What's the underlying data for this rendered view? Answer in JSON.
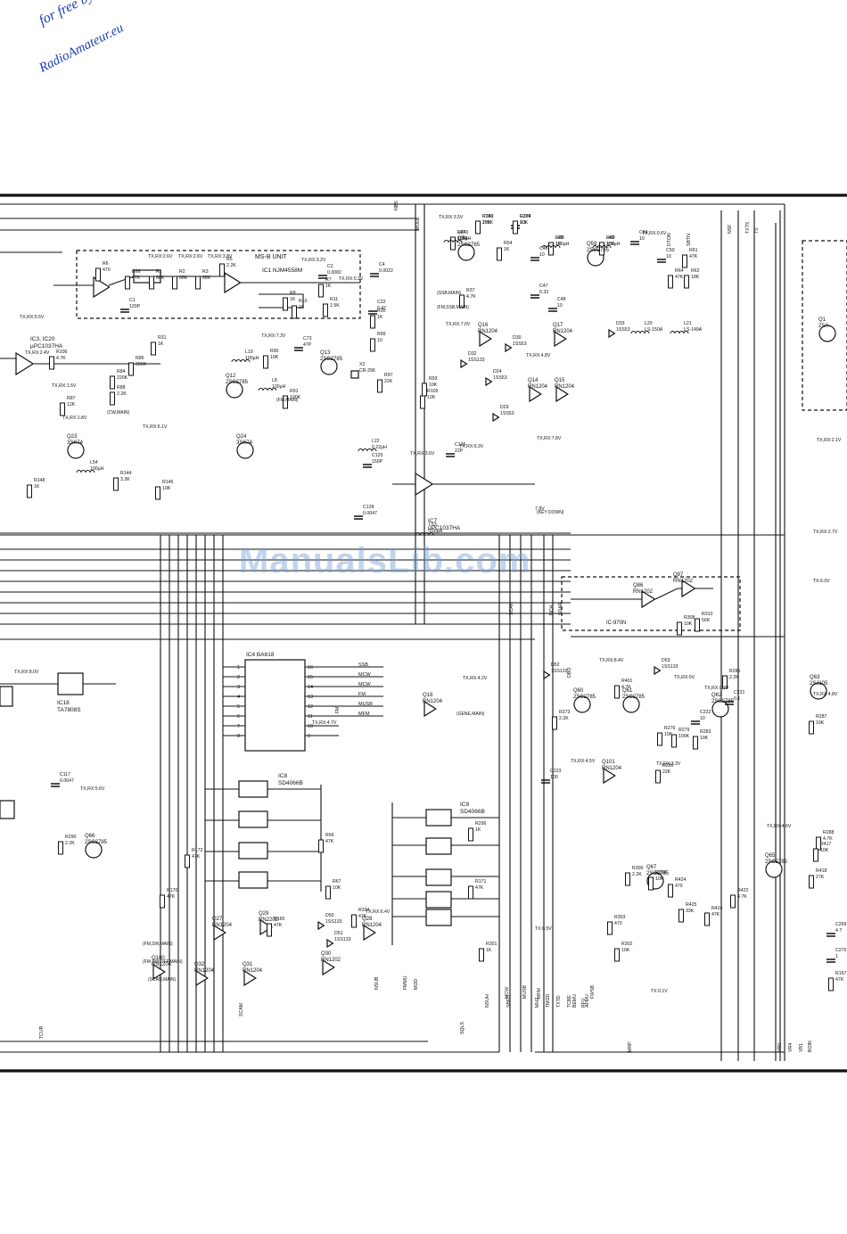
{
  "watermark": {
    "line1": "for free by",
    "line2": "RadioAmateur.eu"
  },
  "site_watermark": "ManualsLib.com",
  "blocks": {
    "ms_unit": "MS-B UNIT",
    "ic1": "IC1 NJM4558M",
    "ic3": "IC3, IC20",
    "ic3_part": "µPC1037HA",
    "ic4": "IC4 BA618",
    "ic7": "IC7",
    "ic7_part": "µPC1037HA",
    "ic8": "IC8",
    "ic8_part": "SD4066B",
    "ic9": "IC9",
    "ic9_part": "SD4066B",
    "ic18": "IC18",
    "ic18_part": "TA7808S",
    "ic_ex": "IC-970N"
  },
  "transistors": [
    {
      "ref": "Q74",
      "part": "2SC2785"
    },
    {
      "ref": "Q59",
      "part": "2SC2785"
    },
    {
      "ref": "Q16",
      "part": "RN1204"
    },
    {
      "ref": "Q17",
      "part": "RN1204"
    },
    {
      "ref": "Q12",
      "part": "2SC2785"
    },
    {
      "ref": "Q13",
      "part": "2SC2785"
    },
    {
      "ref": "Q14",
      "part": "RN1204"
    },
    {
      "ref": "Q15",
      "part": "RN1204"
    },
    {
      "ref": "Q23",
      "part": "3SK74"
    },
    {
      "ref": "Q24",
      "part": "3SK74"
    },
    {
      "ref": "Q18",
      "part": "RN1204"
    },
    {
      "ref": "Q60",
      "part": "2SC2785"
    },
    {
      "ref": "Q61",
      "part": "2SC2785"
    },
    {
      "ref": "Q62",
      "part": "2SC2785"
    },
    {
      "ref": "Q63",
      "part": "2SJ105"
    },
    {
      "ref": "Q66",
      "part": "2SC2785"
    },
    {
      "ref": "Q86",
      "part": "RN1202"
    },
    {
      "ref": "Q87",
      "part": "RN1202"
    },
    {
      "ref": "Q101",
      "part": "RN1204"
    },
    {
      "ref": "Q27",
      "part": "RN1204"
    },
    {
      "ref": "Q28",
      "part": "RN1204"
    },
    {
      "ref": "Q29",
      "part": "RN2202"
    },
    {
      "ref": "Q30",
      "part": "RN1202"
    },
    {
      "ref": "Q31",
      "part": "RN1204"
    },
    {
      "ref": "Q32",
      "part": "RN1204"
    },
    {
      "ref": "Q100",
      "part": "RN1204"
    },
    {
      "ref": "Q67",
      "part": "2SC2785"
    },
    {
      "ref": "Q65",
      "part": "2SC2785"
    },
    {
      "ref": "Q1",
      "part": "2SA"
    }
  ],
  "components": [
    "R341 270K",
    "C294 0.1",
    "R340 10K",
    "R39 1K",
    "R60 33K",
    "R54 1K",
    "C46 10",
    "C47 0.33",
    "R37 4.7K",
    "C48 10",
    "C49 10",
    "C50 10",
    "R61 47K",
    "R62 18K",
    "R64 47K",
    "R66 47K",
    "R1 68K",
    "R2 68K",
    "R3 68K",
    "R5 2.2K",
    "R6 470",
    "C1 120P",
    "C2 0.0082",
    "R7 1K",
    "R8 1K",
    "R10 1K",
    "R11 1.5K",
    "C4 0.0022",
    "C22 0.47",
    "R30 1K",
    "R31 1K",
    "L19 100µH",
    "R90 10K",
    "L8 100µH",
    "R91 100K",
    "C73 47P",
    "R99 10",
    "R97 22K",
    "X2 CR-296",
    "R93 10K",
    "R105 12K",
    "R106 4.7K",
    "R84 220K",
    "R86 220K",
    "R87 12K",
    "R88 2.2K",
    "D24 1SS53",
    "D29 1SS53",
    "D30 1SS53",
    "D32 1SS133",
    "D33 1SS53",
    "L20 LS-150A",
    "L21 LS-149A",
    "L22 0.22µH",
    "C125 150P",
    "C126 22P",
    "C128 0.0047",
    "L53 100µH",
    "L54 100µH",
    "R144 3.3K",
    "R146 10K",
    "R148 1K",
    "C117 0.0047",
    "R290 2.2K",
    "R296 1K",
    "R171 47K",
    "R172 47K",
    "R170 47K",
    "R165 47K",
    "R334 47K",
    "R66 47K",
    "R67 10K",
    "D50 1SS133",
    "D51 1SS133",
    "D52 1SS133",
    "D53 1SS133",
    "R273 2.2K",
    "R401 4.7K",
    "R276 10K",
    "R279 100K",
    "R283 10K",
    "R285 2.2K",
    "C221 0.1",
    "C222 10",
    "C223 100",
    "R286 22K",
    "R287 10K",
    "R288 4.7K",
    "R417 10K",
    "R418 27K",
    "R422 4.7K",
    "R424 47K",
    "R425 33K",
    "R424 470",
    "R303 470",
    "R302 10K",
    "R300 2.2K",
    "R299 10K",
    "R301 1K",
    "R308 10K",
    "R310 56K",
    "C269 4.7",
    "C270 1",
    "R157 47K",
    "R380 10K",
    "R379 10K",
    "L47 100µH",
    "L48 100µH",
    "L49 100µH"
  ],
  "pins": {
    "ic4_left": [
      "1",
      "2",
      "3",
      "4",
      "5",
      "6",
      "7",
      "8"
    ],
    "ic4_right": [
      "16",
      "15",
      "14",
      "13",
      "12",
      "11",
      "10",
      "9"
    ],
    "ic4_outputs": [
      "SSB",
      "MCW",
      "MCW",
      "FM",
      "MUSB",
      "MFM"
    ]
  },
  "voltages": [
    "TX,RX:3.5V",
    "TX,RX:0.6V",
    "TX,RX:2.6V",
    "TX,RX:2.6V",
    "TX,RX:3.8V",
    "TX,RX:3.2V",
    "TX,RX:5.5V",
    "TX,RX:0.3V",
    "TX,RX:2.4V",
    "TX,RX:1.5V",
    "TX,RX:1.8V",
    "TX,RX:6.1V",
    "TX,RX:7.3V",
    "TX,RX:7.0V",
    "TX,RX:4.8V",
    "TX,RX:3.6V",
    "TX,RX:6.3V",
    "TX,RX:7.8V",
    "TX,RX:8.0V",
    "TX,RX:4.2V",
    "TX,RX:4.7V",
    "TX,RX:8.4V",
    "TX,RX:0V",
    "TX,RX:0.7V",
    "TX,RX:4.8V",
    "TX,RX:5.6V",
    "TX,RX:4.5V",
    "TX,RX:3.3V",
    "TX,RX:2.1V",
    "TX,RX:2.7V",
    "TX:6.0V",
    "TX:0.5V",
    "TX:0.1V",
    "TX,RX:4.6V",
    "TX,RX:6.4V",
    "7.8V"
  ],
  "notes": [
    "(CW,MAIN)",
    "(FM,MAIN)",
    "(SSB,MAIN)",
    "(FM,SSB,MAIN)",
    "(FM,SW,MAIN)",
    "(SCAN,MAIN)",
    "(KEY DOWN)",
    "(FM SW:OFF,MAIN)",
    "(GENE,MAIN)"
  ],
  "signals": [
    "NBS",
    "MOD",
    "NSF",
    "SBTN",
    "DTON",
    "TXTS",
    "TS",
    "SCAN",
    "SQLS",
    "TCUR",
    "DBO",
    "MOD",
    "NSUB",
    "NSUH",
    "SBFO",
    "MHZ",
    "TXTD",
    "TCBE",
    "RFV",
    "VR0",
    "VR4",
    "VR1",
    "BOIN",
    "SDAR",
    "MCW",
    "MUSB",
    "MFM",
    "BEMU",
    "AFMU",
    "MRP",
    "TMOD",
    "FMMU",
    "SCAM",
    "FWSB",
    "FM",
    "NCH"
  ]
}
